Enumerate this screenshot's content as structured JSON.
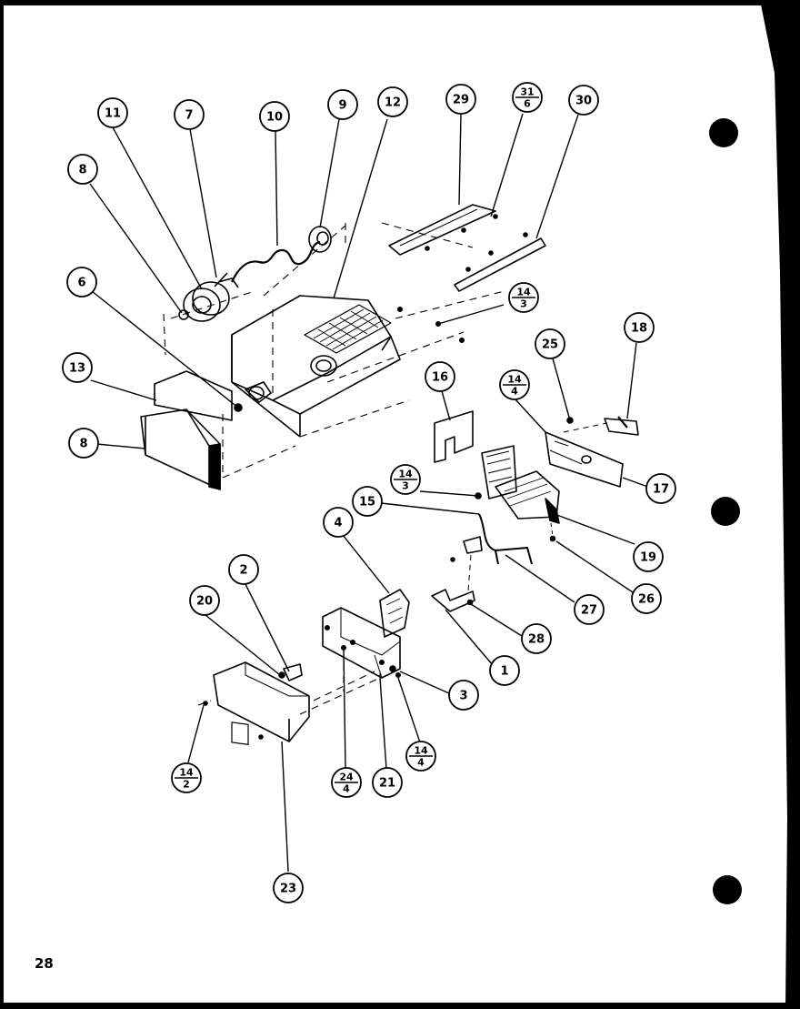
{
  "page_number": "28",
  "callouts": [
    {
      "label": "11"
    },
    {
      "label": "7"
    },
    {
      "label": "10"
    },
    {
      "label": "9"
    },
    {
      "label": "12"
    },
    {
      "label": "29"
    },
    {
      "top": "31",
      "bottom": "6"
    },
    {
      "label": "30"
    },
    {
      "label": "8"
    },
    {
      "label": "6"
    },
    {
      "top": "14",
      "bottom": "3"
    },
    {
      "label": "13"
    },
    {
      "label": "8"
    },
    {
      "label": "25"
    },
    {
      "label": "18"
    },
    {
      "label": "16"
    },
    {
      "top": "14",
      "bottom": "4"
    },
    {
      "label": "17"
    },
    {
      "top": "14",
      "bottom": "3"
    },
    {
      "label": "15"
    },
    {
      "label": "19"
    },
    {
      "label": "4"
    },
    {
      "label": "26"
    },
    {
      "label": "27"
    },
    {
      "label": "2"
    },
    {
      "label": "20"
    },
    {
      "label": "28"
    },
    {
      "label": "1"
    },
    {
      "label": "3"
    },
    {
      "top": "14",
      "bottom": "4"
    },
    {
      "top": "14",
      "bottom": "2"
    },
    {
      "top": "24",
      "bottom": "4"
    },
    {
      "label": "21"
    },
    {
      "label": "23"
    }
  ]
}
